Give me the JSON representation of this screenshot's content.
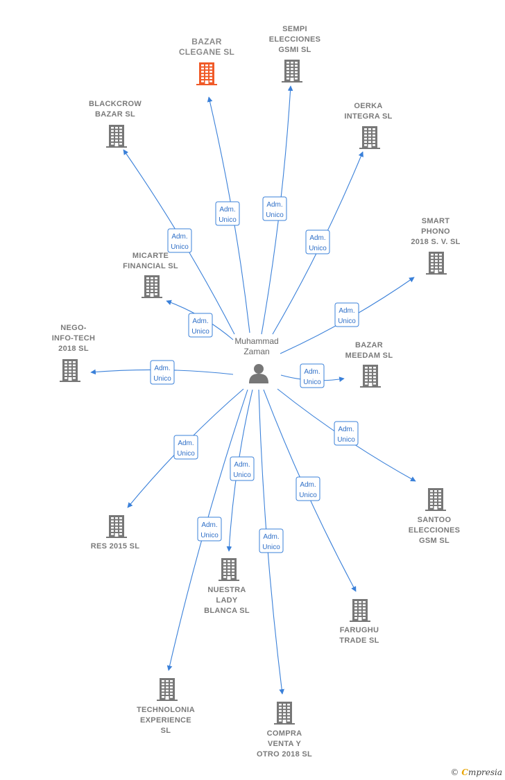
{
  "colors": {
    "edge": "#3a80d9",
    "building": "#777777",
    "highlight_building": "#f05a28",
    "person": "#777777"
  },
  "center": {
    "name_lines": [
      "Muhammad",
      "Zaman"
    ],
    "icon": "person-icon"
  },
  "role_lines": [
    "Adm.",
    "Unico"
  ],
  "nodes": [
    {
      "id": "bazar-clegane",
      "lines": [
        "BAZAR",
        "CLEGANE  SL"
      ],
      "highlight": true
    },
    {
      "id": "sempi-elecciones",
      "lines": [
        "SEMPI",
        "ELECCIONES",
        "GSMI  SL"
      ]
    },
    {
      "id": "blackcrow-bazar",
      "lines": [
        "BLACKCROW",
        "BAZAR  SL"
      ]
    },
    {
      "id": "oerka-integra",
      "lines": [
        "OERKA",
        "INTEGRA  SL"
      ]
    },
    {
      "id": "smart-phono",
      "lines": [
        "SMART",
        "PHONO",
        "2018 S. V.  SL"
      ]
    },
    {
      "id": "micarte-financial",
      "lines": [
        "MICARTE",
        "FINANCIAL  SL"
      ]
    },
    {
      "id": "nego-info-tech",
      "lines": [
        "NEGO-",
        "INFO-TECH",
        "2018  SL"
      ]
    },
    {
      "id": "bazar-meedam",
      "lines": [
        "BAZAR",
        "MEEDAM  SL"
      ]
    },
    {
      "id": "santoo-elecciones",
      "lines": [
        "SANTOO",
        "ELECCIONES",
        "GSM  SL"
      ]
    },
    {
      "id": "res-2015",
      "lines": [
        "RES 2015  SL"
      ]
    },
    {
      "id": "nuestra-lady-blanca",
      "lines": [
        "NUESTRA",
        "LADY",
        "BLANCA  SL"
      ]
    },
    {
      "id": "farughu-trade",
      "lines": [
        "FARUGHU",
        "TRADE  SL"
      ]
    },
    {
      "id": "technolonia-experience",
      "lines": [
        "TECHNOLONIA",
        "EXPERIENCE",
        "SL"
      ]
    },
    {
      "id": "compra-venta",
      "lines": [
        "COMPRA",
        "VENTA Y",
        "OTRO 2018  SL"
      ]
    }
  ],
  "brand": {
    "copyright": "©",
    "first_letter": "C",
    "rest": "mpresia"
  }
}
